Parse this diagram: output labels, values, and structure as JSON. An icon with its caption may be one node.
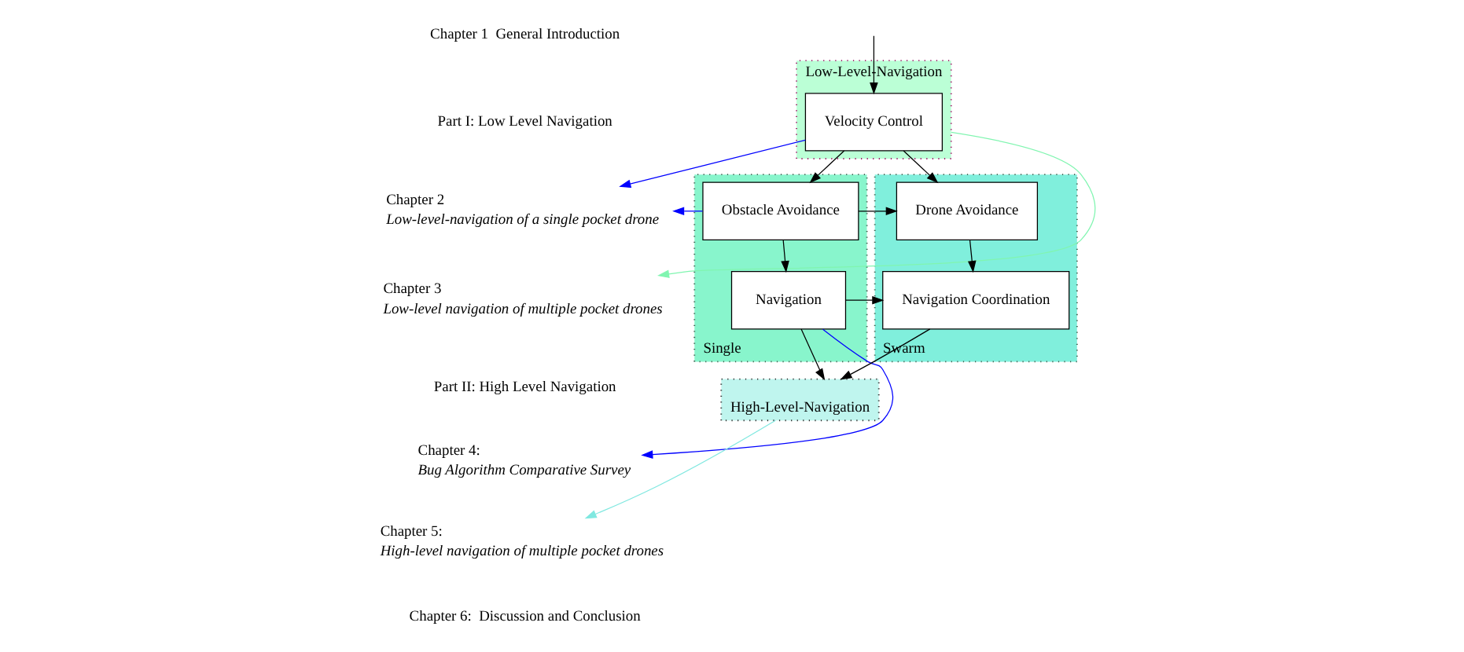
{
  "diagram": {
    "nodes": [
      {
        "text": [
          "Low-Level-Navigation"
        ]
      },
      {
        "text": [
          "Velocity Control"
        ],
        "in": 0
      },
      {
        "text": [
          "Single"
        ]
      },
      {
        "text": [
          "Obstacle Avoidance"
        ],
        "in": 2
      },
      {
        "text": [
          "Navigation"
        ],
        "in": 2
      },
      {
        "text": [
          "Swarm"
        ]
      },
      {
        "text": [
          "Drone Avoidance"
        ],
        "in": 5
      },
      {
        "text": [
          "Navigation Coordination"
        ],
        "in": 5
      },
      {
        "text": [
          "High-Level-Navigation"
        ]
      },
      {
        "text": [
          "Chapter 2",
          "Low-level-navigation of a single pocket drone"
        ]
      },
      {
        "text": [
          "Chapter 3",
          "Low-level navigation of multiple pocket drones"
        ]
      },
      {
        "text": [
          "Chapter 4:",
          "Bug Algorithm Comparative Survey"
        ]
      },
      {
        "text": [
          "Chapter 5:",
          "High-level navigation of multiple pocket drones"
        ]
      }
    ],
    "edges": [
      {
        "from": null,
        "to": 1,
        "arrow": "to"
      },
      {
        "from": 1,
        "to": 3,
        "arrow": "to"
      },
      {
        "from": 1,
        "to": 6,
        "arrow": "to"
      },
      {
        "from": 3,
        "to": 6,
        "arrow": "to"
      },
      {
        "from": 3,
        "to": 4,
        "arrow": "to"
      },
      {
        "from": 6,
        "to": 7,
        "arrow": "to"
      },
      {
        "from": 4,
        "to": 7,
        "arrow": "to"
      },
      {
        "from": 4,
        "to": 8,
        "arrow": "to"
      },
      {
        "from": 7,
        "to": 8,
        "arrow": "to"
      },
      {
        "from": 3,
        "to": 9,
        "arrow": "to",
        "color": "#0000ff"
      },
      {
        "from": 1,
        "to": 9,
        "arrow": "to",
        "color": "#0000ff"
      },
      {
        "from": 0,
        "to": 10,
        "arrow": "to",
        "color": "#80f5b0"
      },
      {
        "from": 4,
        "to": 11,
        "arrow": "to",
        "color": "#0000ff"
      },
      {
        "from": 8,
        "to": 12,
        "arrow": "to",
        "color": "#80e8e0"
      }
    ],
    "labels": [
      "Chapter 1  General Introduction",
      "Part I: Low Level Navigation",
      "Part II: High Level Navigation",
      "Chapter 6:  Discussion and Conclusion"
    ]
  }
}
